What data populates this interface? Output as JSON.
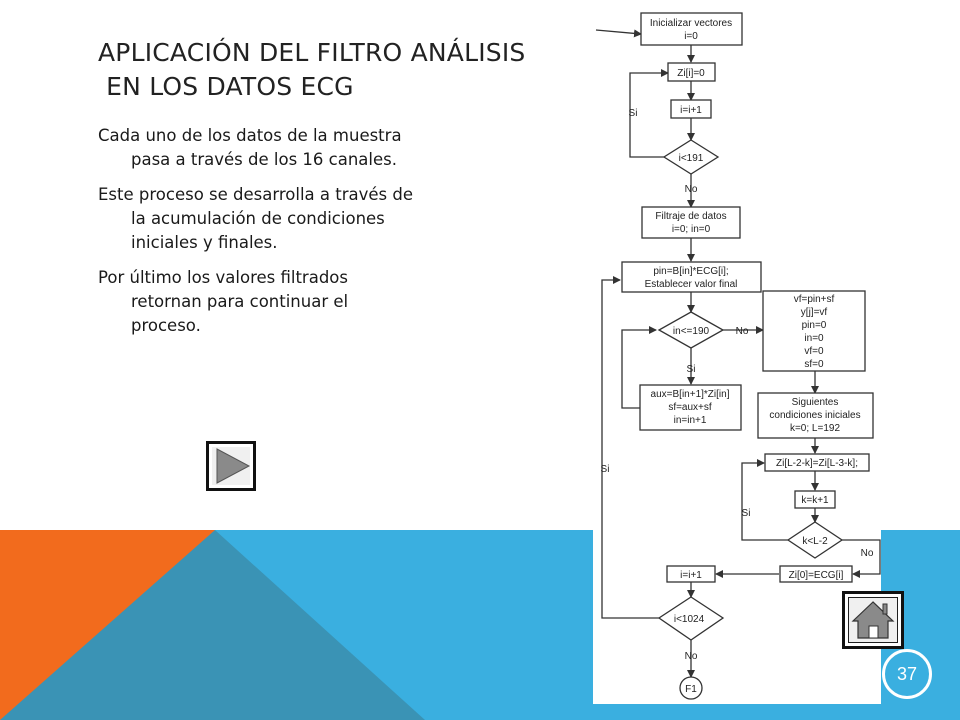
{
  "slide": {
    "title_line1": "APLICACIÓN DEL FILTRO ANÁLISIS",
    "title_line2": " EN LOS DATOS ECG",
    "paragraphs": [
      "Cada uno de los datos de la muestra pasa a través de los 16 canales.",
      "Este proceso se desarrolla a través de la acumulación de condiciones iniciales y finales.",
      "Por último los valores filtrados retornan para continuar el proceso."
    ],
    "page_number": "37",
    "colors": {
      "orange": "#f26b1d",
      "blue": "#3aafe0",
      "dark_blue": "#3a93b5"
    },
    "icons": {
      "play": "play-icon",
      "home": "home-icon"
    }
  },
  "flowchart": {
    "init_vectors_l1": "Inicializar vectores",
    "init_vectors_l2": "i=0",
    "zi_zero": "Zi[i]=0",
    "i_inc_1": "i=i+1",
    "cond_191": "i<191",
    "si_1": "Si",
    "no_1": "No",
    "filtraje_l1": "Filtraje de datos",
    "filtraje_l2": "i=0; in=0",
    "pin_l1": "pin=B[in]*ECG[i];",
    "pin_l2": "Establecer valor final",
    "cond_190": "in<=190",
    "no_2": "No",
    "si_2": "Si",
    "vf_lines": [
      "vf=pin+sf",
      "y[j]=vf",
      "pin=0",
      "in=0",
      "vf=0",
      "sf=0"
    ],
    "aux_lines": [
      "aux=B[in+1]*Zi[in]",
      "sf=aux+sf",
      "in=in+1"
    ],
    "siguientes_lines": [
      "Siguientes",
      "condiciones iniciales",
      "k=0; L=192"
    ],
    "zi_shift": "Zi[L-2-k]=Zi[L-3-k];",
    "k_inc": "k=k+1",
    "cond_k": "k<L-2",
    "si_3": "Si",
    "no_3": "No",
    "zi_ecg": "Zi[0]=ECG[i]",
    "i_inc_2": "i=i+1",
    "si_4": "Si",
    "cond_1024": "i<1024",
    "no_4": "No",
    "end": "F1"
  }
}
